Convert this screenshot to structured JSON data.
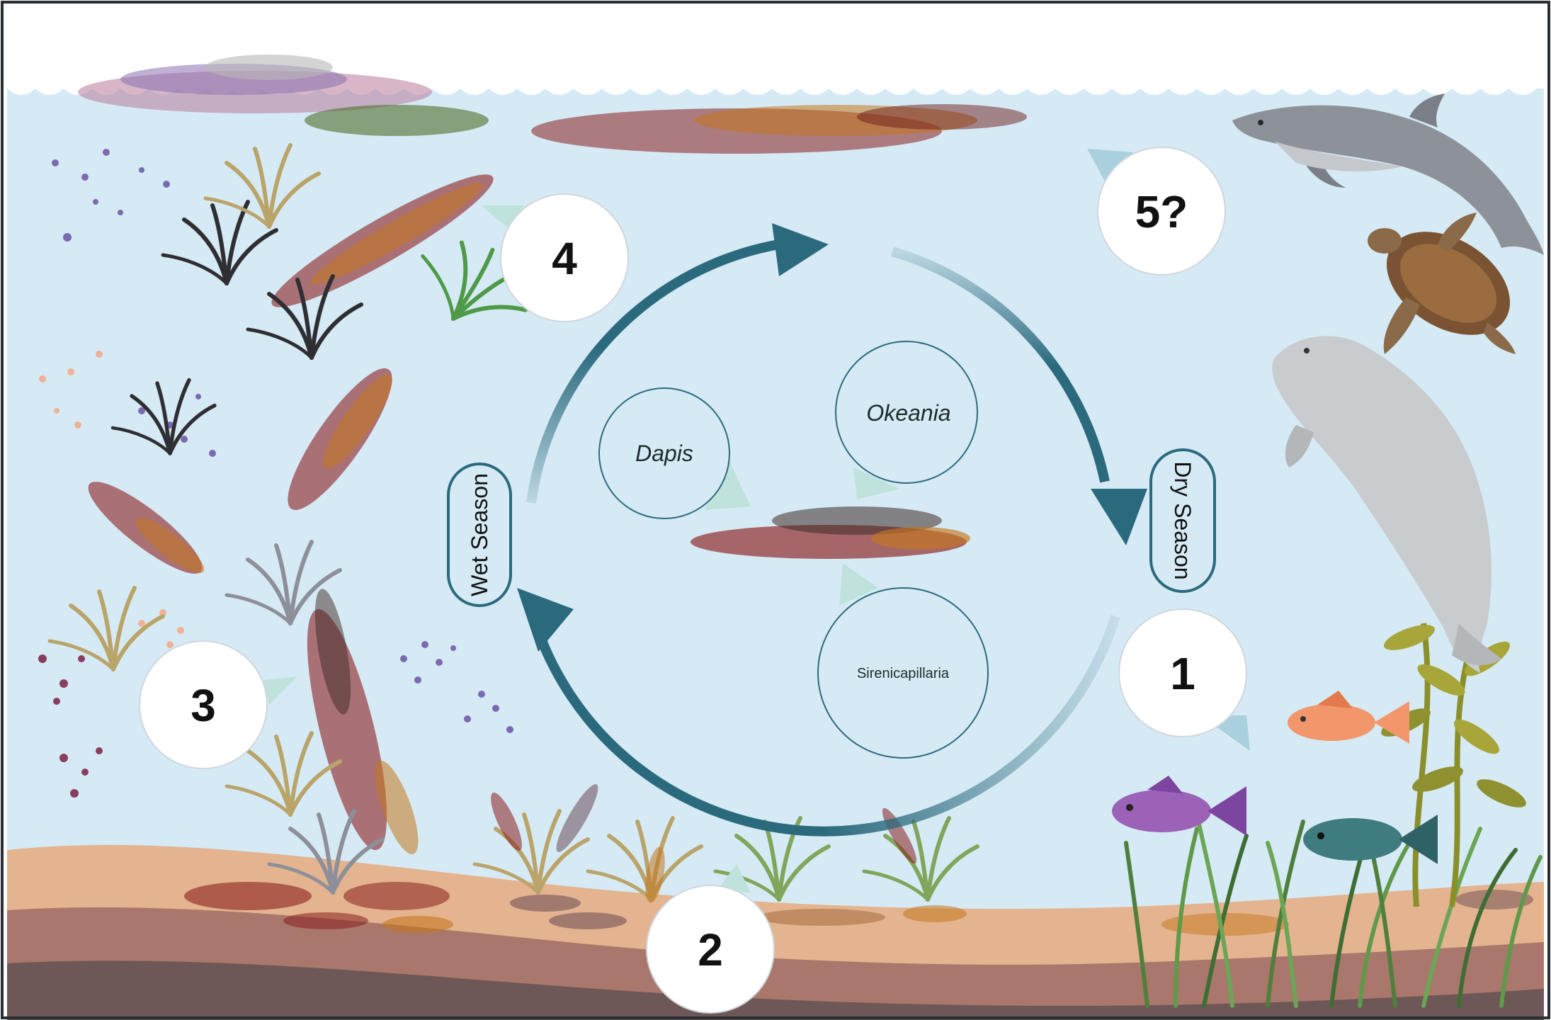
{
  "figure": {
    "colors": {
      "water": "#d6eaf5",
      "sky": "#ffffff",
      "sediment_light": "#e3b48f",
      "sediment_mid": "#a9776b",
      "sediment_dark": "#6e5757",
      "cycle_arrow": "#2b6a7d",
      "seagrass": "#6f9a4a",
      "mat_red": "#8a1f1f",
      "mat_orange": "#c5761e",
      "mat_dark": "#3e2a26"
    },
    "steps": [
      {
        "id": "step-1",
        "label": "1"
      },
      {
        "id": "step-2",
        "label": "2"
      },
      {
        "id": "step-3",
        "label": "3"
      },
      {
        "id": "step-4",
        "label": "4"
      },
      {
        "id": "step-5",
        "label": "5?"
      }
    ],
    "seasons": {
      "wet": "Wet Season",
      "dry": "Dry Season"
    },
    "taxa": {
      "dapis": "Dapis",
      "okeania": "Okeania",
      "sirenicapillaria": "Sirenicapillaria"
    },
    "icons": [
      "dolphin-icon",
      "sea-turtle-icon",
      "manatee-icon",
      "orange-fish-icon",
      "purple-fish-icon",
      "teal-fish-icon",
      "seagrass-icon",
      "cyanobacteria-mat-icon",
      "kelp-icon"
    ]
  }
}
